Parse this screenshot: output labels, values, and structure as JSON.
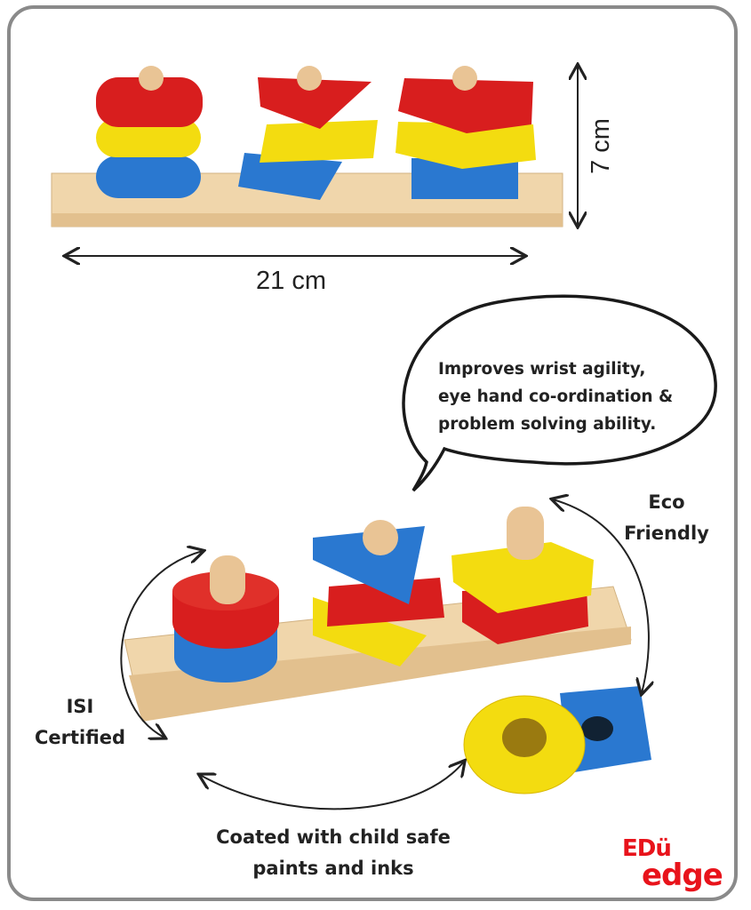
{
  "dimensions": {
    "width_label": "21 cm",
    "height_label": "7 cm"
  },
  "callouts": {
    "bubble_lines": [
      "Improves wrist agility,",
      "eye hand co-ordination &",
      "problem solving ability."
    ],
    "eco": [
      "Eco",
      "Friendly"
    ],
    "isi": [
      "ISI",
      "Certified"
    ],
    "coated": [
      "Coated with child safe",
      "paints and inks"
    ]
  },
  "logo": {
    "line1": "EDü",
    "line2": "edge"
  },
  "colors": {
    "red": "#d81e1e",
    "yellow": "#f3dc10",
    "blue": "#2a78d0",
    "wood": "#f0d6ab",
    "frame": "#8a8a8a",
    "brand": "#e8131b"
  }
}
